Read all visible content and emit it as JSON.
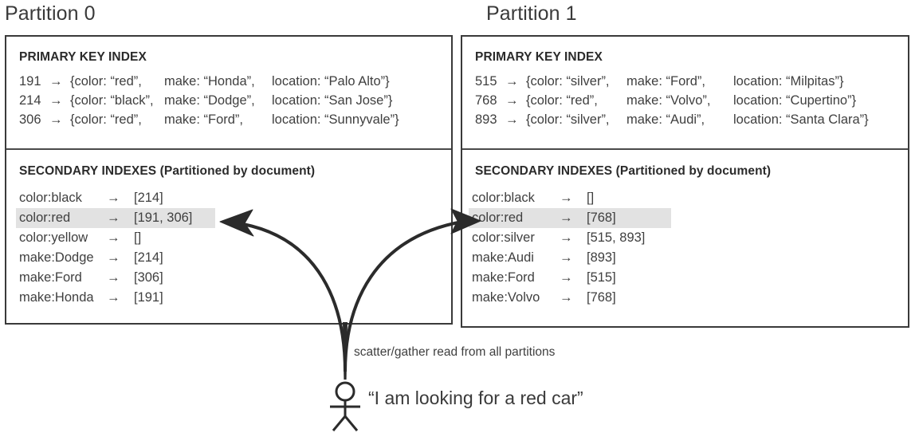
{
  "partitions": [
    {
      "title": "Partition 0",
      "primary_index": {
        "heading": "PRIMARY KEY INDEX",
        "rows": [
          {
            "id": "191",
            "arrow": "→",
            "color": "{color: “red”,",
            "make": "make: “Honda”,",
            "location": "location: “Palo Alto”}"
          },
          {
            "id": "214",
            "arrow": "→",
            "color": "{color: “black”,",
            "make": "make: “Dodge”,",
            "location": "location: “San Jose”}"
          },
          {
            "id": "306",
            "arrow": "→",
            "color": "{color: “red”,",
            "make": "make: “Ford”,",
            "location": "location: “Sunnyvale”}"
          }
        ]
      },
      "secondary_index": {
        "heading": "SECONDARY INDEXES (Partitioned by document)",
        "rows": [
          {
            "key": "color:black",
            "arrow": "→",
            "value": "[214]",
            "highlighted": false
          },
          {
            "key": "color:red",
            "arrow": "→",
            "value": "[191, 306]",
            "highlighted": true
          },
          {
            "key": "color:yellow",
            "arrow": "→",
            "value": "[]",
            "highlighted": false
          },
          {
            "key": "make:Dodge",
            "arrow": "→",
            "value": "[214]",
            "highlighted": false
          },
          {
            "key": "make:Ford",
            "arrow": "→",
            "value": "[306]",
            "highlighted": false
          },
          {
            "key": "make:Honda",
            "arrow": "→",
            "value": "[191]",
            "highlighted": false
          }
        ]
      }
    },
    {
      "title": "Partition 1",
      "primary_index": {
        "heading": "PRIMARY KEY INDEX",
        "rows": [
          {
            "id": "515",
            "arrow": "→",
            "color": "{color: “silver”,",
            "make": "make: “Ford”,",
            "location": "location: “Milpitas”}"
          },
          {
            "id": "768",
            "arrow": "→",
            "color": "{color: “red”,",
            "make": "make: “Volvo”,",
            "location": "location: “Cupertino”}"
          },
          {
            "id": "893",
            "arrow": "→",
            "color": "{color: “silver”,",
            "make": "make: “Audi”,",
            "location": "location: “Santa Clara”}"
          }
        ]
      },
      "secondary_index": {
        "heading": "SECONDARY INDEXES (Partitioned by document)",
        "rows": [
          {
            "key": "color:black",
            "arrow": "→",
            "value": "[]",
            "highlighted": false
          },
          {
            "key": "color:red",
            "arrow": "→",
            "value": "[768]",
            "highlighted": true
          },
          {
            "key": "color:silver",
            "arrow": "→",
            "value": "[515, 893]",
            "highlighted": false
          },
          {
            "key": "make:Audi",
            "arrow": "→",
            "value": "[893]",
            "highlighted": false
          },
          {
            "key": "make:Ford",
            "arrow": "→",
            "value": "[515]",
            "highlighted": false
          },
          {
            "key": "make:Volvo",
            "arrow": "→",
            "value": "[768]",
            "highlighted": false
          }
        ]
      }
    }
  ],
  "annotations": {
    "scatter_caption": "scatter/gather read from all partitions",
    "user_quote": "“I am looking for a red car”"
  },
  "colors": {
    "highlight": "#e2e2e2",
    "stroke": "#2b2b2b",
    "box_border": "#3a3a3a",
    "text": "#3f3f3f"
  }
}
